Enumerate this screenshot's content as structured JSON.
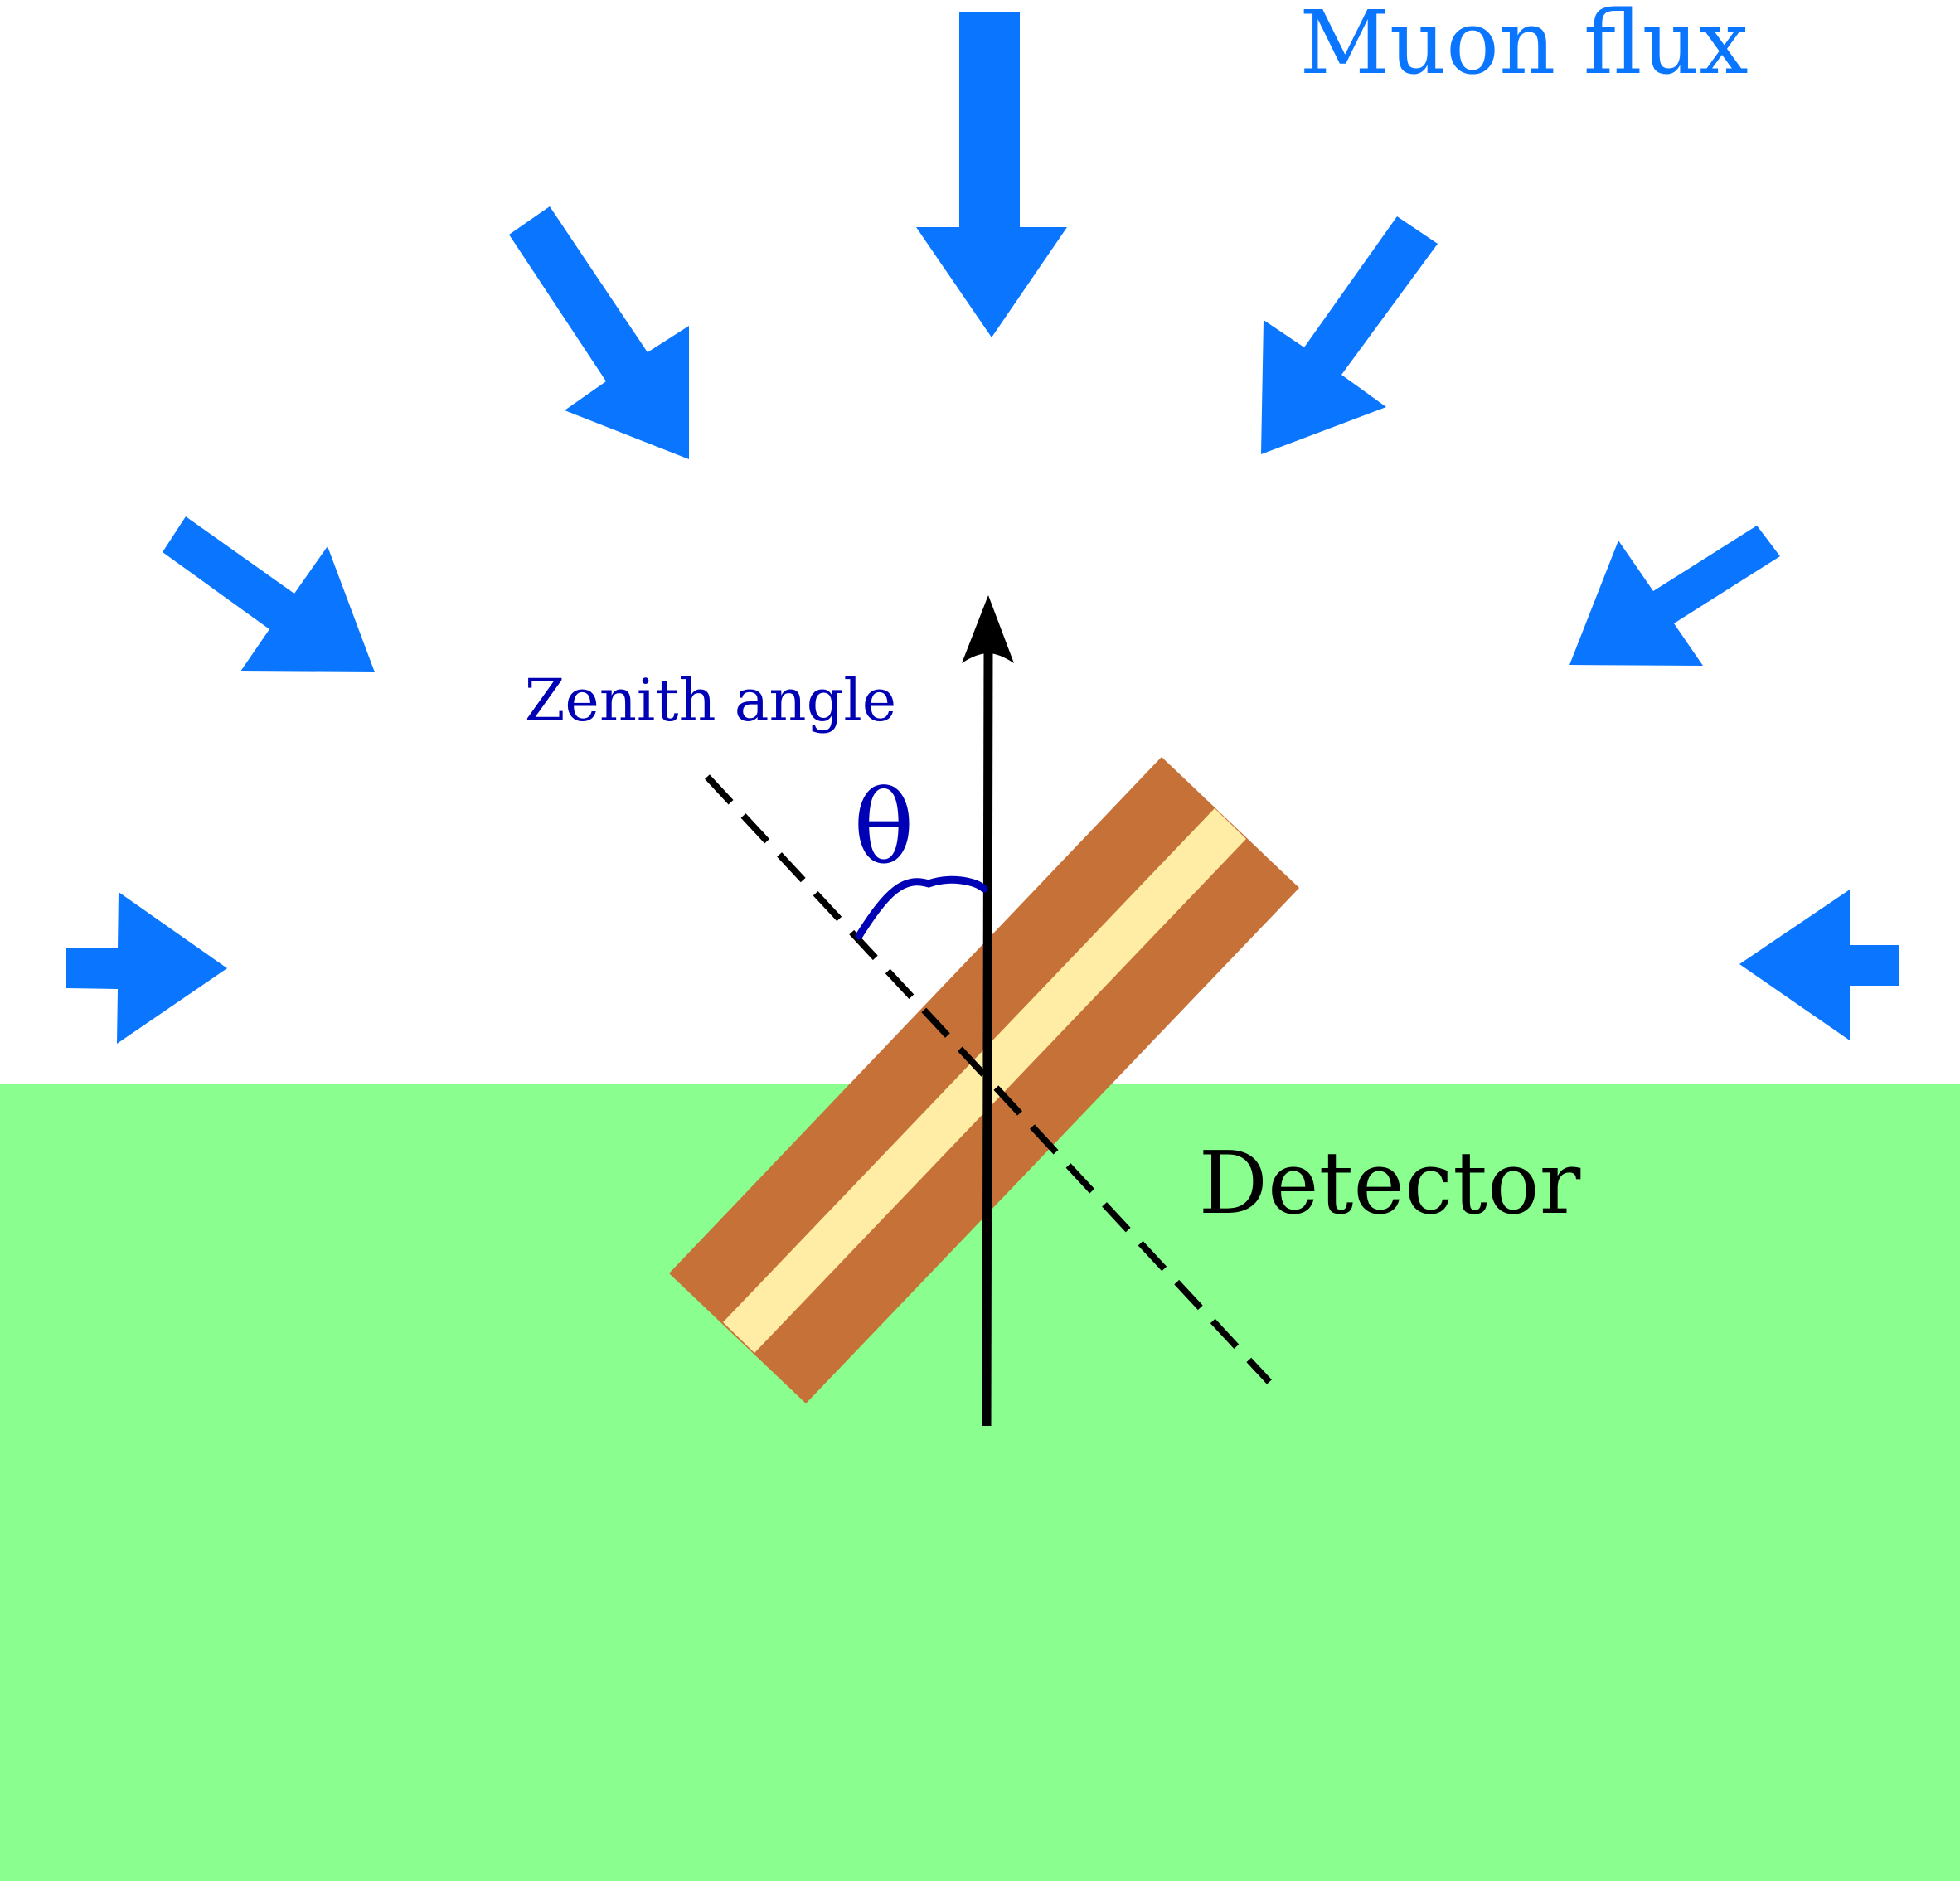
{
  "labels": {
    "muon_flux": "Muon flux",
    "zenith_angle": "Zenith angle",
    "theta": "θ",
    "detector": "Detector"
  },
  "colors": {
    "background": "#ffffff",
    "ground": "#8aff8f",
    "flux_arrow": "#0a76ff",
    "detector_outer": "#c67137",
    "detector_inner": "#ffeca5",
    "vertical_axis": "#000000",
    "detector_normal": "#000000",
    "angle_arc": "#0000b5",
    "zenith_label": "#0000b5",
    "muon_label": "#0a76ff",
    "detector_label": "#000000"
  }
}
